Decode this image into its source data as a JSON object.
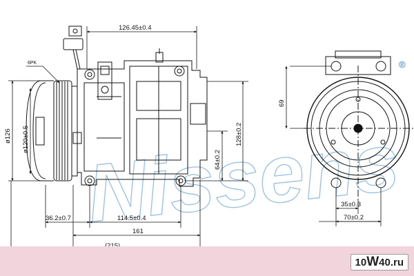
{
  "watermark": {
    "text": "Nissens",
    "registered": "®"
  },
  "dimensions": {
    "top_length": "126.45±0.4",
    "belt_type": "6PK",
    "outer_diameter": "ø126",
    "inner_diameter": "ø120±0.5",
    "total_height": "128±0.2",
    "axis_height": "64±0.2",
    "side_height": "69",
    "hub_offset": "36.2±0.7",
    "mount_spacing": "114.5±0.4",
    "body_length": "161",
    "overall_length": "(215)",
    "side_half_width": "35±0.3",
    "side_mount_width": "70±0.2"
  },
  "badge": {
    "prefix": "10",
    "highlight": "W",
    "suffix": "40.ru"
  },
  "colors": {
    "watermark": "#9ec3e0",
    "footer": "#f2d4dc",
    "line": "#111111"
  }
}
